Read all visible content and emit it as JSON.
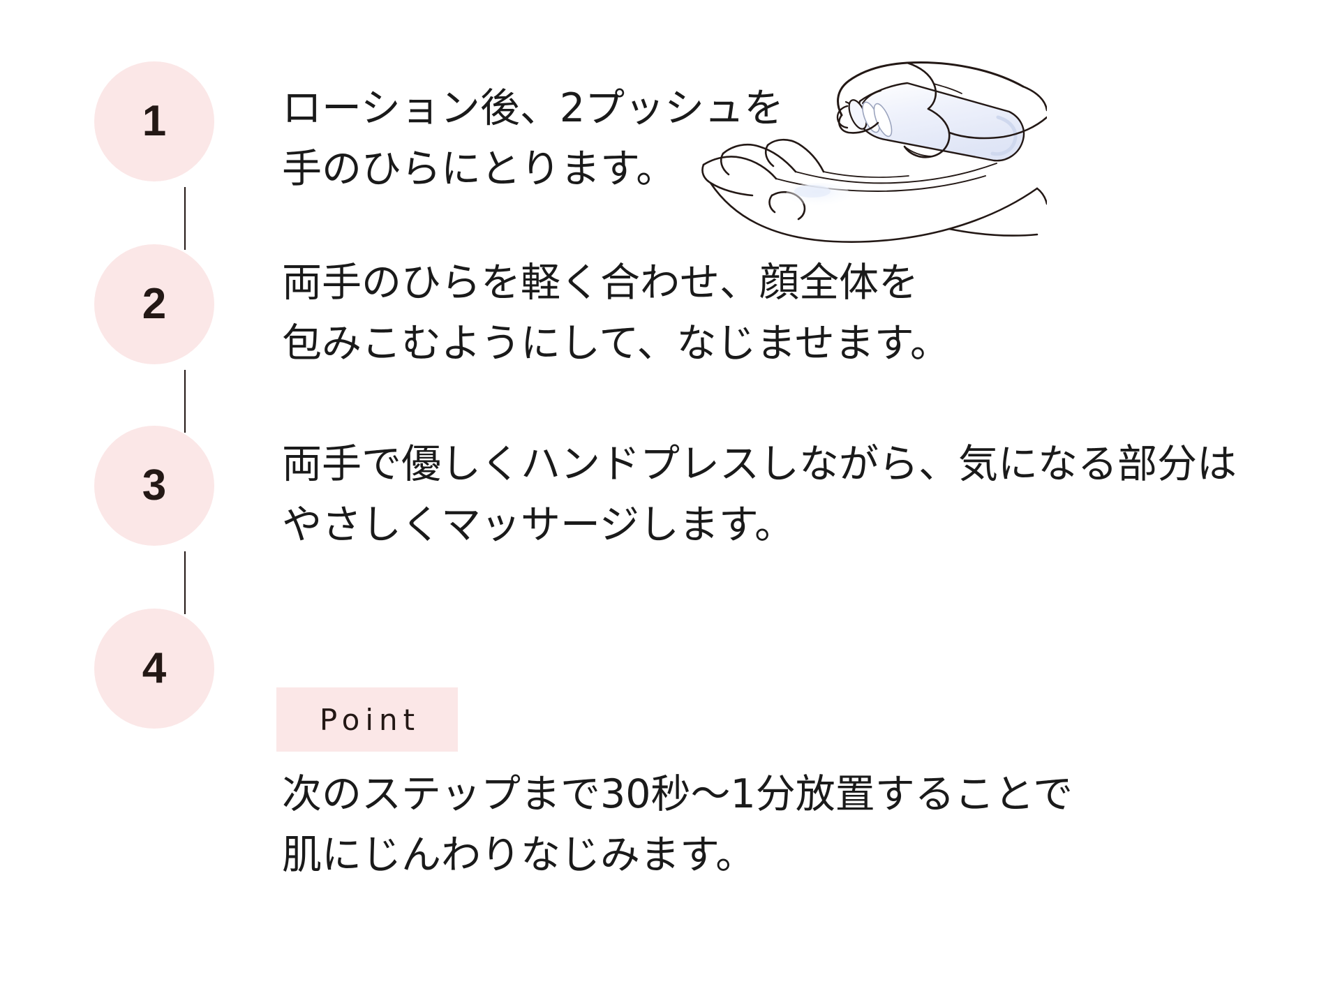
{
  "page": {
    "background_color": "#ffffff",
    "accent_pink": "#fbe7e7",
    "text_color": "#1a1a1a",
    "line_color": "#231815"
  },
  "steps": [
    {
      "number": "1",
      "lines": [
        "ローション後、2プッシュを",
        "手のひらにとります。"
      ]
    },
    {
      "number": "2",
      "lines": [
        "両手のひらを軽く合わせ、顔全体を",
        "包みこむようにして、なじませます。"
      ]
    },
    {
      "number": "3",
      "lines": [
        "両手で優しくハンドプレスしながら、気になる部分は",
        "やさしくマッサージします。"
      ]
    },
    {
      "number": "4",
      "lines": [
        "次のステップまで30秒〜1分放置することで",
        "肌にじんわりなじみます。"
      ]
    }
  ],
  "point_badge": {
    "label": "Point"
  },
  "illustration": {
    "name": "hand-pumping-lotion-illustration",
    "description": "line-art of a hand holding a pump bottle dispensing lotion onto an open palm"
  }
}
